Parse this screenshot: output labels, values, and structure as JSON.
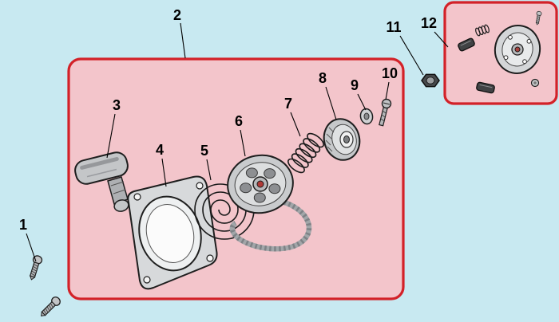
{
  "diagram": {
    "kind": "exploded-parts-diagram",
    "callouts": [
      {
        "label": "1"
      },
      {
        "label": "2"
      },
      {
        "label": "3"
      },
      {
        "label": "4"
      },
      {
        "label": "5"
      },
      {
        "label": "6"
      },
      {
        "label": "7"
      },
      {
        "label": "8"
      },
      {
        "label": "9"
      },
      {
        "label": "10"
      },
      {
        "label": "11"
      },
      {
        "label": "12"
      }
    ]
  },
  "colors": {
    "background": "#c8e9f1",
    "panel_fill": "#f3c5cb",
    "panel_border": "#d32128",
    "callout_text": "#000000"
  }
}
